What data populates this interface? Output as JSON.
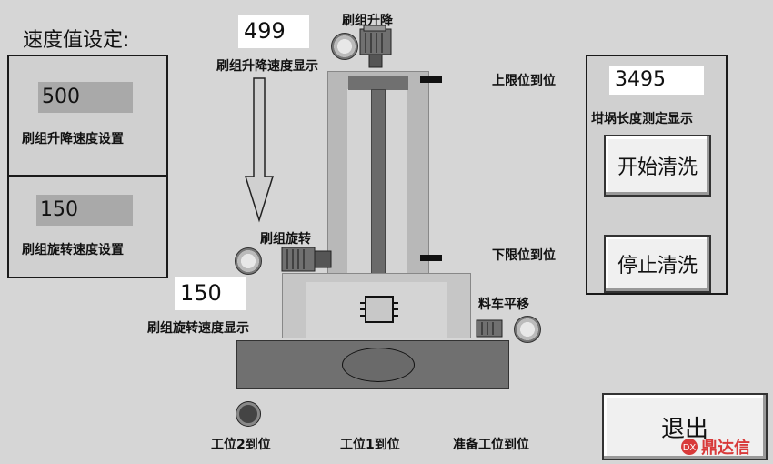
{
  "title": "速度值设定:",
  "left_panel": {
    "lift_speed_value": "500",
    "lift_speed_label": "刷组升降速度设置",
    "rotate_speed_value": "150",
    "rotate_speed_label": "刷组旋转速度设置"
  },
  "displays": {
    "lift_speed_display": "499",
    "lift_speed_display_label": "刷组升降速度显示",
    "rotate_speed_display": "150",
    "rotate_speed_display_label": "刷组旋转速度显示"
  },
  "machine": {
    "lift_motor_label": "刷组升降",
    "rotate_motor_label": "刷组旋转",
    "cart_label": "料车平移",
    "upper_limit_label": "上限位到位",
    "lower_limit_label": "下限位到位"
  },
  "right_panel": {
    "length_value": "3495",
    "length_label": "坩埚长度测定显示",
    "start_button": "开始清洗",
    "stop_button": "停止清洗"
  },
  "bottom": {
    "station2_label": "工位2到位",
    "station1_label": "工位1到位",
    "ready_label": "准备工位到位",
    "exit_button": "退出"
  },
  "watermark": "鼎达信"
}
